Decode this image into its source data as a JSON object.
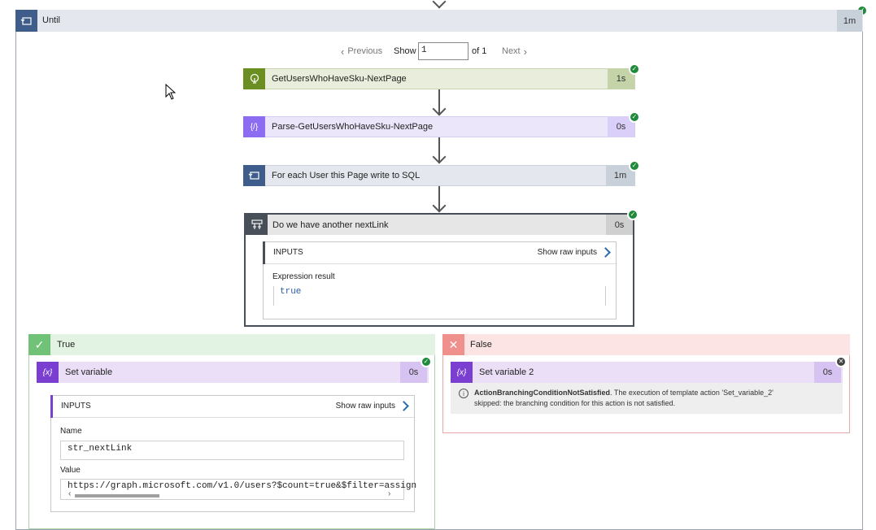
{
  "until": {
    "title": "Until",
    "duration": "1m"
  },
  "pager": {
    "previous": "Previous",
    "show": "Show",
    "current": "1",
    "of": "of 1",
    "next": "Next"
  },
  "actions": [
    {
      "title": "GetUsersWhoHaveSku-NextPage",
      "duration": "1s"
    },
    {
      "title": "Parse-GetUsersWhoHaveSku-NextPage",
      "duration": "0s"
    },
    {
      "title": "For each User this Page write to SQL",
      "duration": "1m"
    }
  ],
  "condition": {
    "title": "Do we have another nextLink",
    "duration": "0s",
    "inputs_label": "INPUTS",
    "show_raw": "Show raw inputs",
    "expr_label": "Expression result",
    "expr_value": "true"
  },
  "branch_true": {
    "label": "True",
    "action_title": "Set variable",
    "duration": "0s",
    "inputs_label": "INPUTS",
    "show_raw": "Show raw inputs",
    "name_label": "Name",
    "name_value": "str_nextLink",
    "value_label": "Value",
    "value_value": "https://graph.microsoft.com/v1.0/users?$count=true&$filter=assign"
  },
  "branch_false": {
    "label": "False",
    "action_title": "Set variable 2",
    "duration": "0s",
    "message_bold": "ActionBranchingConditionNotSatisfied",
    "message_line1": ". The execution of template action 'Set_variable_2'",
    "message_line2": "skipped: the branching condition for this action is not satisfied."
  },
  "colors": {
    "success": "#1e8a3a",
    "http": "#6b8e23",
    "parse": "#8c6cf0",
    "variable": "#7a3fd1",
    "foreach": "#3f5d8a",
    "condition": "#484f58"
  }
}
